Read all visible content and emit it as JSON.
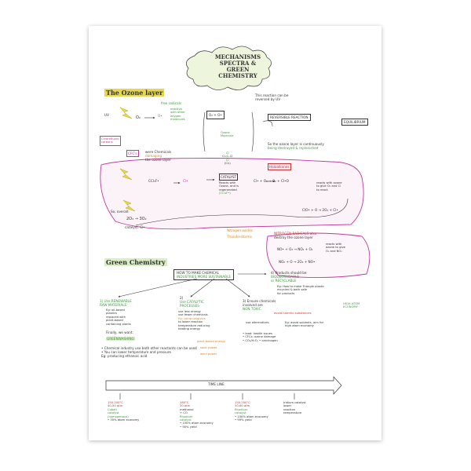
{
  "title": {
    "line1": "MECHANISMS",
    "line2": "SPECTRA &",
    "line3": "GREEN CHEMISTRY"
  },
  "ozone": {
    "heading": "The Ozone layer",
    "uv": "UV",
    "free_radicals": "free radicals",
    "o2": "O₂",
    "o_dot": "O•",
    "react_note": [
      "reactive",
      "with other",
      "oxygen",
      "molecules"
    ],
    "o3_box": "O₂ + O•",
    "ozone_molecule": [
      "Ozone",
      "Molecule"
    ],
    "reaction_reversed": [
      "This reaction can be",
      "reversed by UV"
    ],
    "reversible_reaction": "REVERSIBLE REACTION",
    "equilibrium": "EQUILIBRIUM",
    "so_layer": [
      "So the ozone layer is continuously",
      "being destroyed & replenished"
    ],
    "chlorofluoro": [
      "Chlorofluoro",
      "carbons"
    ],
    "cfcs": "CFC's",
    "were_chemicals": [
      "were Chemicals",
      "damaging",
      "the ozone layer"
    ],
    "cfc_struct": [
      "Cl",
      "Cl–C–Cl",
      "Cl",
      "(Cl₂)"
    ],
    "haloalkanes": "Haloalkanes",
    "ccl3f": "CCl₃F•",
    "cl_dot": "Cl•",
    "catalyst_label": "CATALYST",
    "catalyst_notes": [
      "Reacts with",
      "Ozone, and is",
      "regenerated",
      "(CCl₃F•)"
    ],
    "cl_o3": "Cl• + O₃ → O₂ + Cl•O",
    "reacts_ozone": [
      "reacts with ozone",
      "to give O₂ and Cl",
      "to react."
    ],
    "clo_line": "ClO• + O → 2O₂ + Cl•",
    "so_overall": "So, overall:",
    "overall_eq": "2O₃ → 3O₂",
    "catalyst_cl": "catalyst: Cl•",
    "nitrogen_oxides": "Nitrogen oxides",
    "thunderstorms": "Thunderstorms",
    "nitrogen_radicals": [
      "NITROGEN RADICALS also",
      "destroy the ozone layer"
    ],
    "no_o3": "NO• + O₃ → NO₂ + O₂",
    "no_notes": [
      "reacts with",
      "ozone to give",
      "O₂ and NO₂"
    ],
    "no2_line": "NO₂ + O → 2O₂ + NO•"
  },
  "green": {
    "heading": "Green Chemistry",
    "how_to": [
      "HOW TO MAKE CHEMICAL",
      "INDUSTRIES MORE SUSTAINABLE"
    ],
    "n4": [
      "4) Products should be",
      "BIODEGRADABLE",
      "or RECYCLABLE"
    ],
    "n4_eg": [
      "Eg: How to make Triangle plastic",
      "recycled & both safe",
      "for products"
    ],
    "n1": [
      "1) Use RENEWABLE",
      "RAW MATERIALS"
    ],
    "n1_eg": [
      "Eg: oil-based",
      "plastics",
      "replaced with",
      "plant-based",
      "containing plants"
    ],
    "n2": [
      "2)",
      "Use CATALYTIC",
      "PROCESSES"
    ],
    "n2_eg": [
      "use less energy",
      "use fewer chemicals",
      "Eg: using catalysts",
      "to lower reaction",
      "temperature reducing",
      "heating energy"
    ],
    "plant_based": "plant-based energy",
    "solar_power": "solar power",
    "wind_power": "wind power",
    "n3": [
      "3) Ensure chemicals",
      "involved are",
      "NON TOXIC"
    ],
    "avoid_harmful": "avoid harmful substances",
    "use_alternatives": "use alternatives",
    "solvents_list": [
      "• lead: health issues",
      "• CFCs: ozone damage",
      "• CO₂/H₂O, • carcinogen"
    ],
    "eg_solvents": [
      "Eg: avoid solvents, aim for",
      "high atom economy"
    ],
    "high_atom_economy": [
      "HIGH ATOM",
      "ECONOMY"
    ],
    "finally": "Finally, we want:",
    "greenwashing": "GREENWASHING",
    "bullets": [
      "• Chemical industry use both other reactants can be used",
      "• You can lower temperature and pressure",
      "Eg: producing ethanoic acid"
    ],
    "timeline_label": "TIME LINE",
    "cols": [
      {
        "head": [
          "150-200°C",
          "40-50 atm"
        ],
        "sub": [
          "Cobalt",
          "catalyst",
          "(homogenous)"
        ],
        "foot": [
          "• 35% atom economy"
        ]
      },
      {
        "head": [
          "180°C",
          "30 atm"
        ],
        "sub": [
          "methanol",
          "+ CO",
          "Rhodium",
          "catalyst"
        ],
        "foot": [
          "• 100% atom economy",
          "• 90% yield"
        ]
      },
      {
        "head": [
          "150-200°C",
          "30-60 atm"
        ],
        "sub": [
          "Rhodium",
          "catalyst"
        ],
        "foot": [
          "• 100% atom economy",
          "• 99% yield"
        ]
      },
      {
        "head": [
          "Iridium catalyst",
          "lower",
          "reaction",
          "temperature"
        ],
        "sub": [],
        "foot": []
      }
    ]
  },
  "colors": {
    "green": "#3a9b3a",
    "orange": "#e0801a",
    "pink": "#c4389c",
    "red": "#cc3333",
    "yellow": "#e6d84a",
    "blue": "#3a5fcd"
  }
}
